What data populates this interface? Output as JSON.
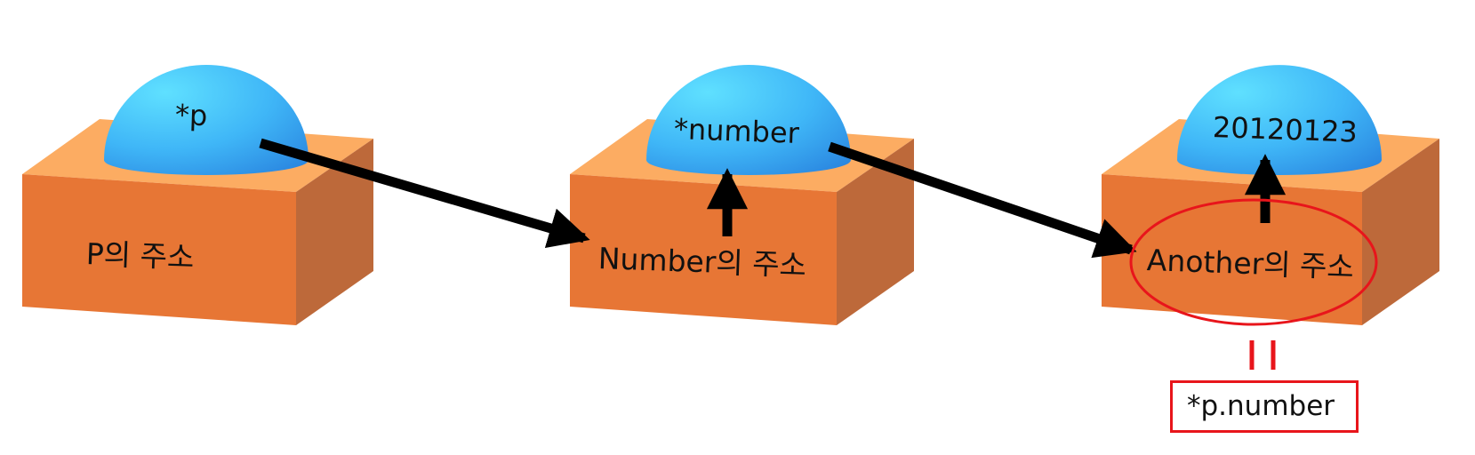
{
  "nodes": [
    {
      "id": "p",
      "dome_label": "*p",
      "box_label": "P의 주소"
    },
    {
      "id": "number",
      "dome_label": "*number",
      "box_label": "Number의 주소"
    },
    {
      "id": "another",
      "dome_label": "20120123",
      "box_label": "Another의 주소"
    }
  ],
  "annotation": {
    "equals_sign": "||",
    "label": "*p.number"
  },
  "colors": {
    "box_front": "#e77635",
    "box_top": "#fcac62",
    "box_side": "#bd693a",
    "dome_light": "#4fd6ff",
    "dome_dark": "#2f8fe6",
    "arrow": "#000000",
    "highlight": "#e8151b"
  }
}
